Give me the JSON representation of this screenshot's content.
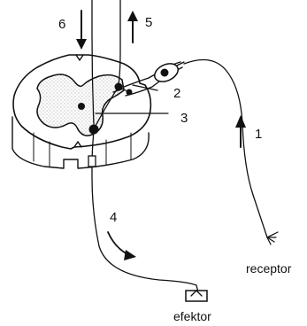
{
  "diagram": {
    "labels": {
      "n1": "1",
      "n2": "2",
      "n3": "3",
      "n4": "4",
      "n5": "5",
      "n6": "6",
      "receptor": "receptor",
      "efektor": "efektor"
    },
    "colors": {
      "ink": "#111111",
      "grey_matter_dots": "#777777",
      "background": "#ffffff"
    }
  }
}
